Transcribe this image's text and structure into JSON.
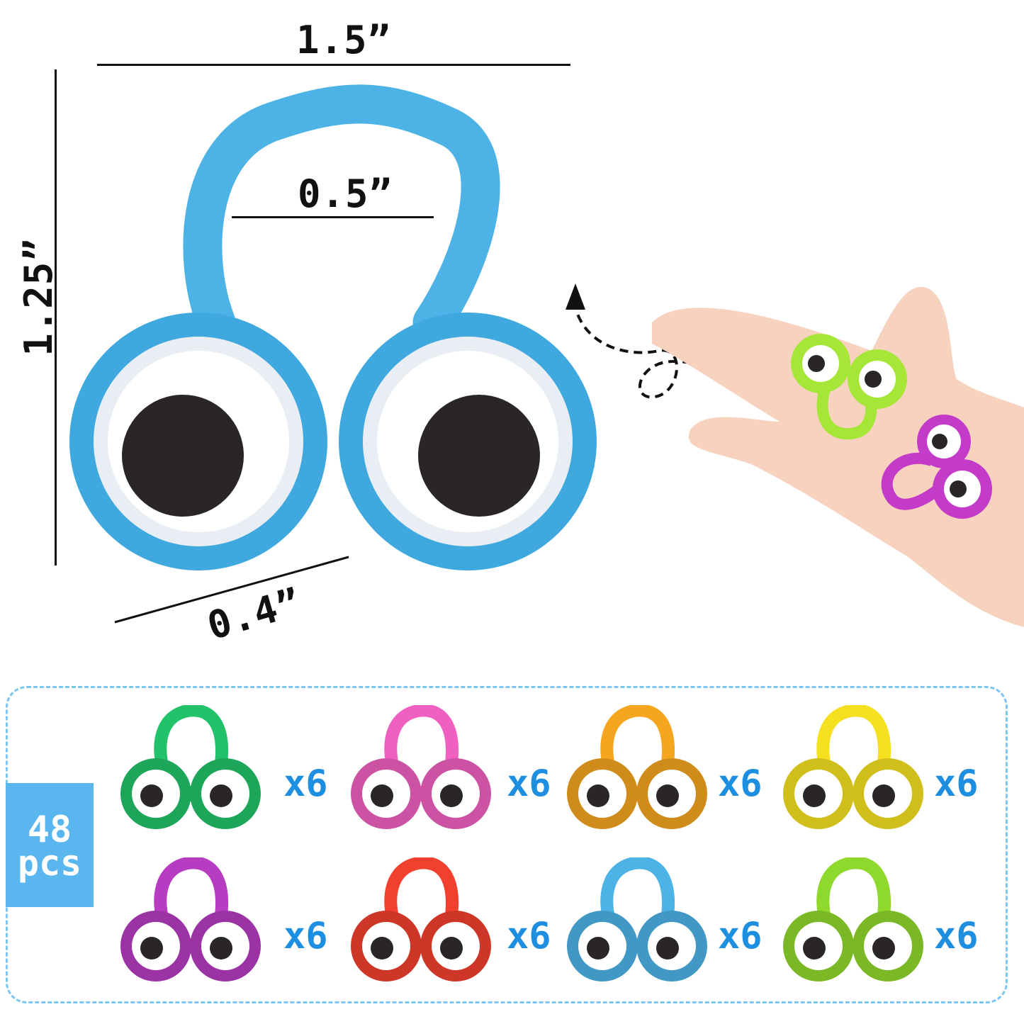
{
  "dimensions": {
    "width_label": "1.5”",
    "inner_label": "0.5”",
    "height_label": "1.25”",
    "depth_label": "0.4”"
  },
  "hero": {
    "color": "#4db3e6",
    "icon": "eyeball-finger-ring"
  },
  "hand": {
    "rings": [
      {
        "color": "#a6e636"
      },
      {
        "color": "#c43ac9"
      }
    ]
  },
  "pack": {
    "count": "48",
    "unit": "pcs",
    "colors": [
      {
        "color": "#22c26a",
        "quantity": "x6"
      },
      {
        "color": "#f060c0",
        "quantity": "x6"
      },
      {
        "color": "#f5a51e",
        "quantity": "x6"
      },
      {
        "color": "#f5e020",
        "quantity": "x6"
      },
      {
        "color": "#b83cc2",
        "quantity": "x6"
      },
      {
        "color": "#f2402e",
        "quantity": "x6"
      },
      {
        "color": "#4db3e6",
        "quantity": "x6"
      },
      {
        "color": "#8fd82c",
        "quantity": "x6"
      }
    ]
  }
}
